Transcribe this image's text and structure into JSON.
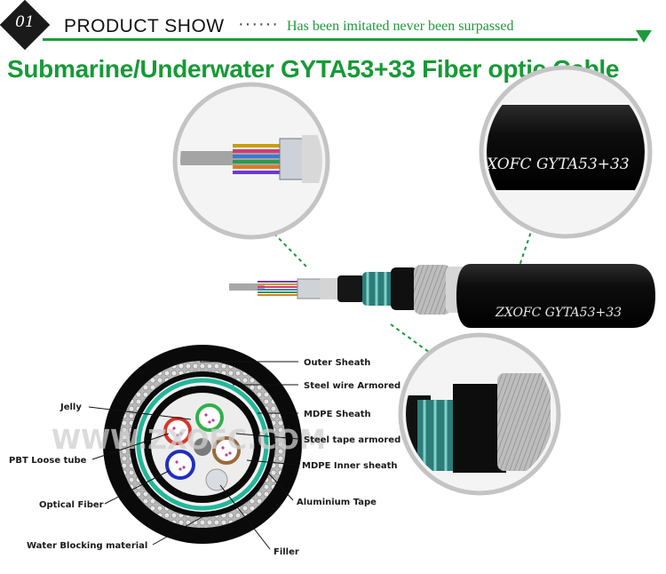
{
  "header": {
    "badge": "01",
    "title": "PRODUCT SHOW",
    "dots": "······",
    "slogan": "Has been imitated never been surpassed",
    "accent_color": "#1c9b3c"
  },
  "main_title": "Submarine/Underwater GYTA53+33 Fiber optic Cable",
  "cable": {
    "print_main": "ZXOFC GYTA53+33",
    "print_zoom": "XOFC GYTA53+33"
  },
  "watermark": "WWW.ZXOFC.COM",
  "legend": {
    "outer_sheath": "Outer Sheath",
    "steel_wire": "Steel wire Armored",
    "mdpe_sheath": "MDPE Sheath",
    "steel_tape": "Steel tape armored",
    "mdpe_inner": "MDPE Inner sheath",
    "aluminium": "Aluminium Tape",
    "filler": "Filler",
    "jelly": "Jelly",
    "pbt_tube": "PBT Loose tube",
    "optical_fiber": "Optical Fiber",
    "water_blocking": "Water Blocking material"
  }
}
